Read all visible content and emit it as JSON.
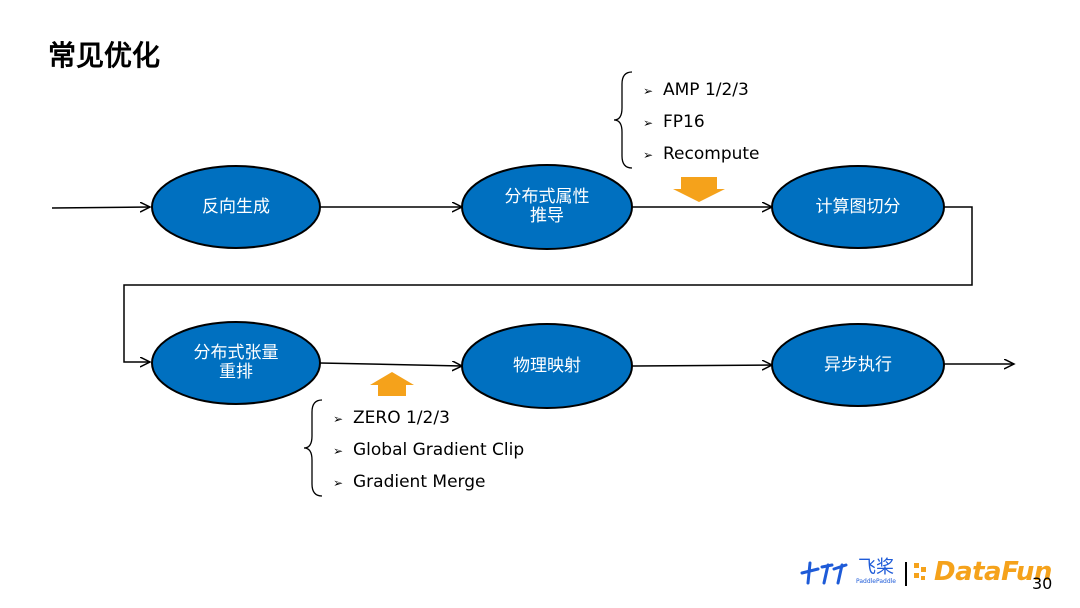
{
  "title": "常见优化",
  "nodes": [
    {
      "id": "n1",
      "lines": [
        "反向生成"
      ]
    },
    {
      "id": "n2",
      "lines": [
        "分布式属性",
        "推导"
      ]
    },
    {
      "id": "n3",
      "lines": [
        "计算图切分"
      ]
    },
    {
      "id": "n4",
      "lines": [
        "分布式张量",
        "重排"
      ]
    },
    {
      "id": "n5",
      "lines": [
        "物理映射"
      ]
    },
    {
      "id": "n6",
      "lines": [
        "异步执行"
      ]
    }
  ],
  "top_notes": [
    "AMP 1/2/3",
    "FP16",
    "Recompute"
  ],
  "bottom_notes": [
    "ZERO 1/2/3",
    "Global Gradient Clip",
    "Gradient Merge"
  ],
  "logo": {
    "brand_cn": "飞桨",
    "brand_sub": "PaddlePaddle",
    "partner": "DataFun"
  },
  "page_number": "30",
  "colors": {
    "node_fill": "#0070C0",
    "node_stroke": "#000000",
    "arrow_fill": "#F5A21B",
    "logo_blue": "#1E5BD8",
    "logo_orange": "#F5A21B"
  }
}
